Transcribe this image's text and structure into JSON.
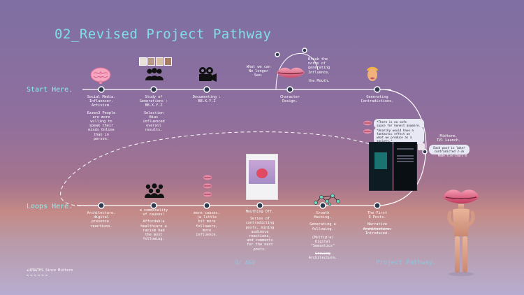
{
  "title": "02_Revised Project Pathway",
  "rows": {
    "start_label": "Start Here.",
    "loops_label": "Loops Here."
  },
  "top_nodes": [
    {
      "label": "Social Media.\nInfluencer.\nActivism.",
      "sub": "Ezzex3 People\nare more\nwilling to\nspeak their\nminds Online\nthan in\nperson."
    },
    {
      "label": "Study of\nGenerations :\nBB.X.Y.Z",
      "sub": "Selection\nBias\ninfluenced\noverall\nresults."
    },
    {
      "label": "Documenting :\nBB.X.Y.Z",
      "sub": ""
    },
    {
      "label": "Character\nDesign.",
      "sub": ""
    },
    {
      "label": "Generating\nContradictions.",
      "sub": ""
    }
  ],
  "callouts": {
    "left": "What we can\nNo longer\nSee.",
    "right": "Break the\nnorms of\ngenerating\nInfluence.\n\nthe Mouth."
  },
  "bottom_nodes": [
    {
      "label": "Architecture.\ndigital\npresence.\nreactions.",
      "sub": ""
    },
    {
      "label": "a commonality\nof causes!",
      "sub": "Affordable\nhealthcare a\nracism had\nthe most\nfollowing."
    },
    {
      "label": "more causes.\n(a little\nbit more\nfollowers,\nmore\ninfluence.",
      "sub": ""
    },
    {
      "label": "Mouthing Off.",
      "sub": "Series of\ncontradicting\nposts, mining\naudience\nreactions,\nand comments\nfor the next\nposts."
    },
    {
      "label": "Growth\nHacking.",
      "sub": "Generating a\nfollowing.\n\n(Multiple)\nDigital\n\"Semantics\""
    },
    {
      "label": "The First\n9 Posts.",
      "sub": ""
    }
  ],
  "struck": {
    "growing": "Growing",
    "architecture_after": "Architecture.",
    "narrative": "Narrative",
    "architecture_narr": "Architecture.",
    "introduced": "Introduced."
  },
  "midterm": {
    "label": "Midterm.\nTV1 Launch.",
    "bubble": "Each post is later\ncontradicted 2-3x",
    "note": "Made five chars 4"
  },
  "comments": [
    "*There is no safe\nspace for honest anymore.",
    "*Anarchy would have a\nfantastic effect on\nwhat we produce as a\nsociety.*"
  ],
  "footer_labels": {
    "q_a": "Q/ A&Q",
    "pathway": "Project Pathway."
  },
  "updates_note": "★UPDATES Since Midterm",
  "colors": {
    "accent": "#7ee0e6",
    "line": "#ffffff",
    "node": "#2b3a4f"
  }
}
